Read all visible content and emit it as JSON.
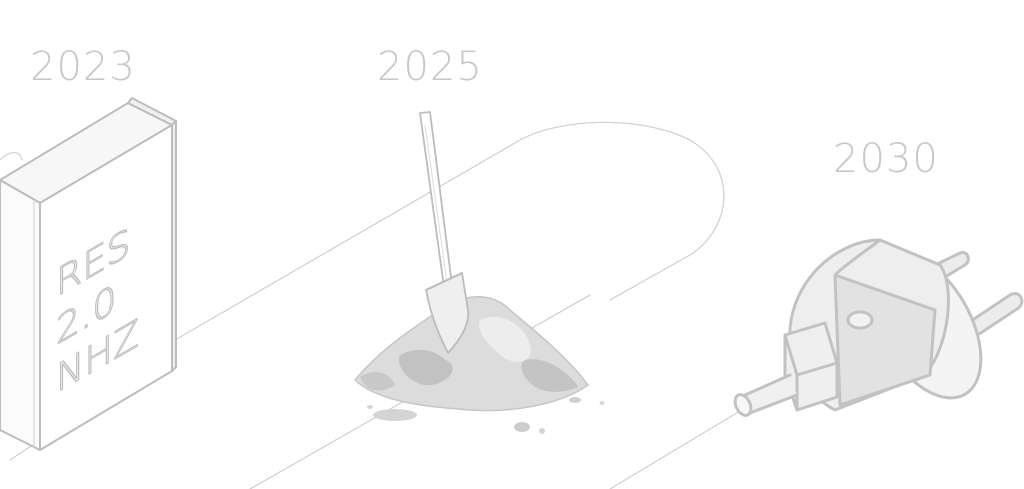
{
  "milestones": [
    {
      "year": "2023",
      "icon": "book-icon",
      "label_lines": [
        "RES",
        "2.0",
        "NHZ"
      ]
    },
    {
      "year": "2025",
      "icon": "shovel-dirt-icon"
    },
    {
      "year": "2030",
      "icon": "plug-icon"
    }
  ],
  "colors": {
    "year_text": "#c8c8c8",
    "outline": "#c4c4c4",
    "fill_light": "#e6e6e6",
    "fill_mid": "#cfcfcf",
    "background": "#ffffff"
  }
}
